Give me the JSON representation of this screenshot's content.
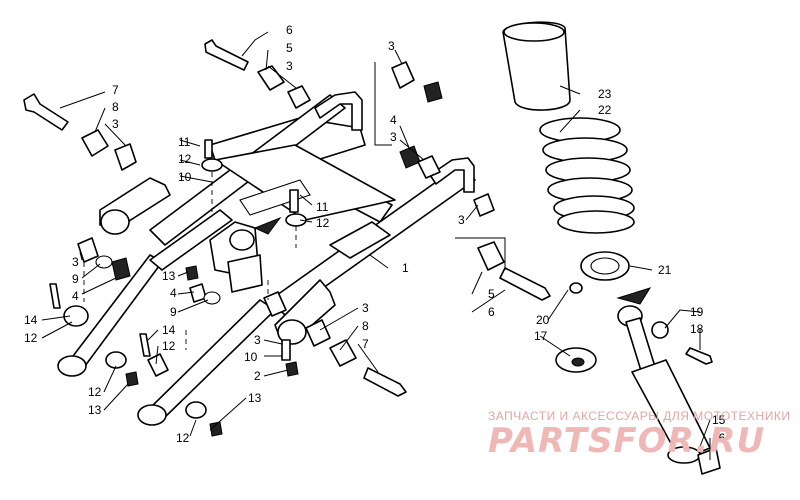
{
  "callouts": {
    "c6a": "6",
    "c5a": "5",
    "c3a": "3",
    "c7a": "7",
    "c8a": "8",
    "c3b": "3",
    "c3c": "3",
    "c4a": "4",
    "c3d": "3",
    "c23": "23",
    "c22": "22",
    "c11a": "11",
    "c12a": "12",
    "c10a": "10",
    "c11b": "11",
    "c12b": "12",
    "c1": "1",
    "c3e": "3",
    "c21": "21",
    "c3f": "3",
    "c9a": "9",
    "c4b": "4",
    "c13a": "13",
    "c4c": "4",
    "c9b": "9",
    "c5b": "5",
    "c6b": "6",
    "c14a": "14",
    "c12c": "12",
    "c3g": "3",
    "c8b": "8",
    "c7b": "7",
    "c14b": "14",
    "c12d": "12",
    "c3h": "3",
    "c10b": "10",
    "c2": "2",
    "c20": "20",
    "c19": "19",
    "c18": "18",
    "c17": "17",
    "c12e": "12",
    "c13b": "13",
    "c13c": "13",
    "c12f": "12",
    "c15": "15",
    "c16": "16"
  },
  "watermark": {
    "caption": "ЗАПЧАСТИ И АКСЕССУАРЫ ДЛЯ МОТОТЕХНИКИ",
    "logo": "PARTSFOR.RU"
  },
  "colors": {
    "line": "#000000",
    "watermark": "#f0b7b7"
  }
}
